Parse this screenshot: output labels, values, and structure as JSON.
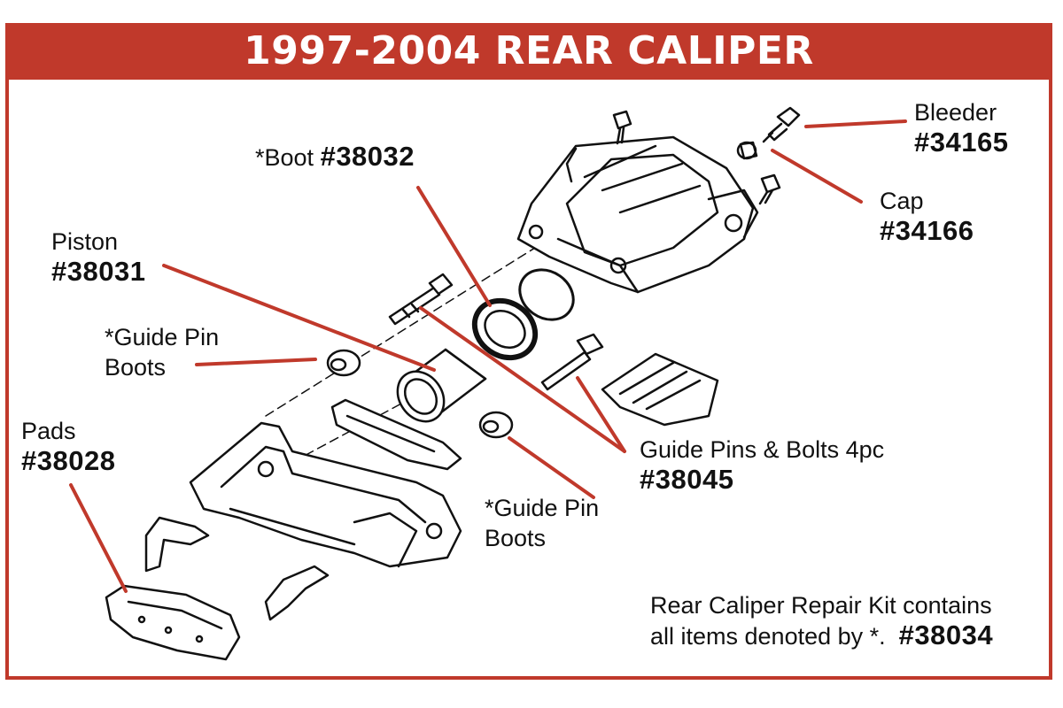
{
  "title": "1997-2004 REAR CALIPER",
  "labels": {
    "bleeder": {
      "name": "Bleeder",
      "part": "#34165"
    },
    "cap": {
      "name": "Cap",
      "part": "#34166"
    },
    "boot": {
      "name": "*Boot",
      "part": "#38032"
    },
    "piston": {
      "name": "Piston",
      "part": "#38031"
    },
    "guide_pin_boots_left": {
      "line1": "*Guide Pin",
      "line2": "Boots"
    },
    "guide_pin_boots_right": {
      "line1": "*Guide Pin",
      "line2": "Boots"
    },
    "pads": {
      "name": "Pads",
      "part": "#38028"
    },
    "guide_pins": {
      "name": "Guide Pins & Bolts 4pc",
      "part": "#38045"
    }
  },
  "kit_note": {
    "line1": "Rear Caliper Repair Kit contains",
    "line2": "all items denoted by *.",
    "part": "#38034"
  },
  "colors": {
    "accent": "#c0392b",
    "line": "#111111",
    "background": "#ffffff"
  }
}
